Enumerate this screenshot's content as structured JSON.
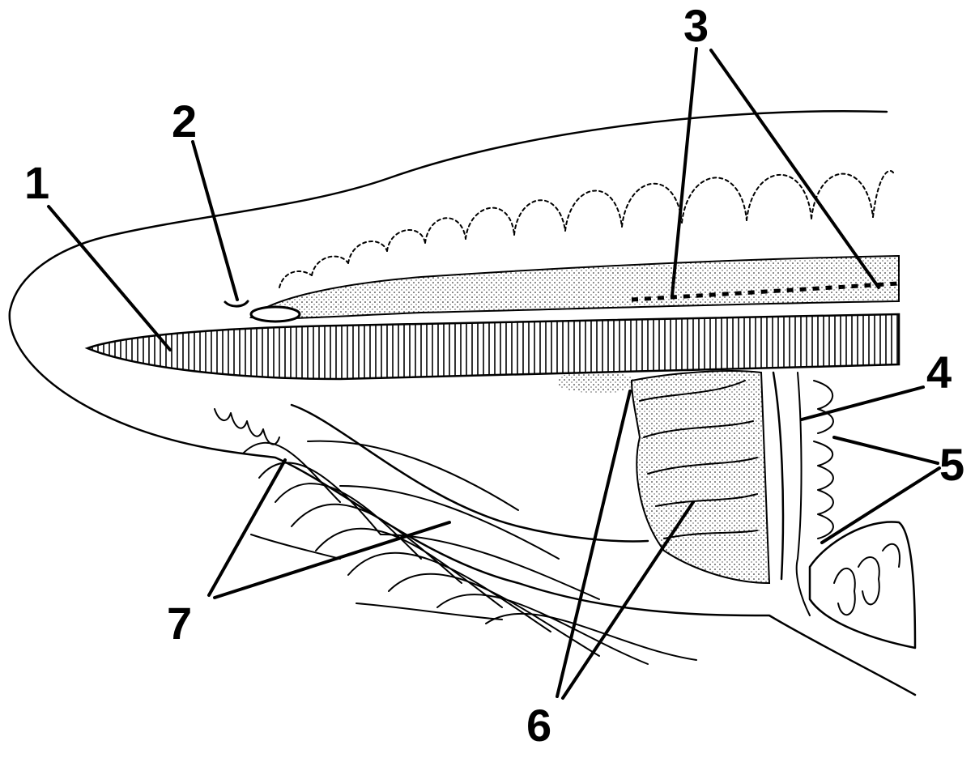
{
  "diagram": {
    "labels": [
      {
        "id": "1",
        "text": "1"
      },
      {
        "id": "2",
        "text": "2"
      },
      {
        "id": "3",
        "text": "3"
      },
      {
        "id": "4",
        "text": "4"
      },
      {
        "id": "5",
        "text": "5"
      },
      {
        "id": "6",
        "text": "6"
      },
      {
        "id": "7",
        "text": "7"
      }
    ],
    "colors": {
      "ink": "#000000",
      "paper": "#ffffff"
    }
  }
}
